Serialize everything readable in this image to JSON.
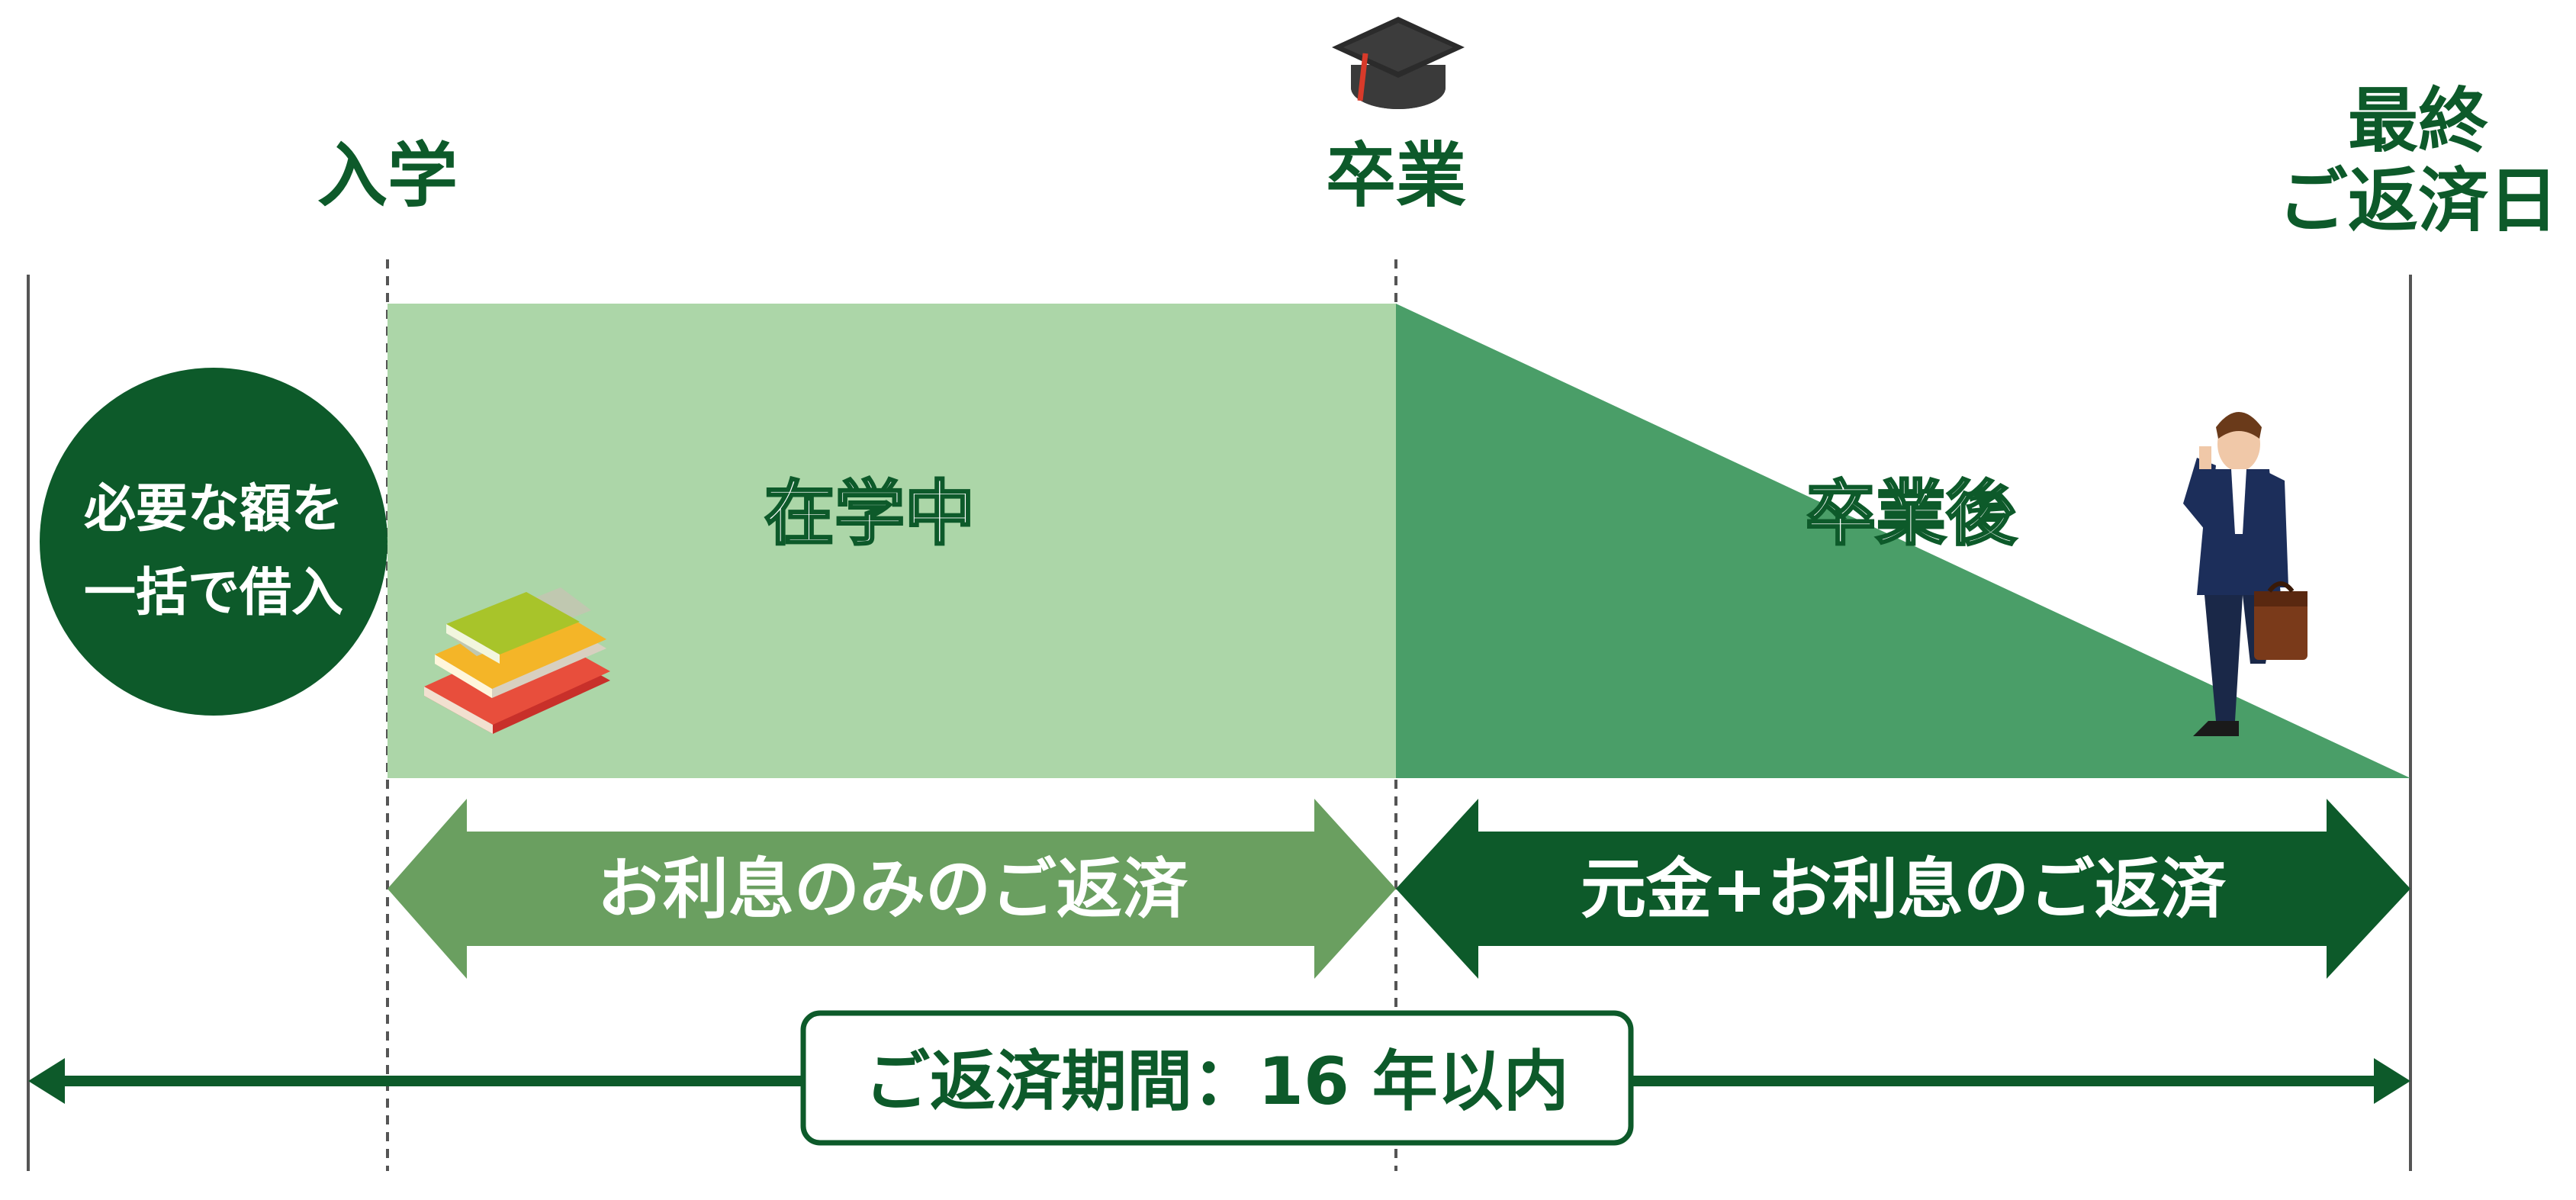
{
  "labels": {
    "enrollment": "入学",
    "graduation": "卒業",
    "final_line1": "最終",
    "final_line2": "ご返済日",
    "borrow_line1": "必要な額を",
    "borrow_line2": "一括で借入",
    "in_school": "在学中",
    "after_graduation": "卒業後",
    "interest_only": "お利息のみのご返済",
    "principal_interest": "元金+お利息のご返済",
    "repayment_period": "ご返済期間：16 年以内"
  },
  "colors": {
    "dark_green": "#0d5a2a",
    "light_green": "#acd6a8",
    "mid_green": "#4a9e68",
    "arrow_light": "#6a9f60",
    "line_gray": "#555555"
  },
  "icons": {
    "graduation": "graduation-cap-icon",
    "books": "books-icon",
    "businessman": "businessman-icon"
  }
}
